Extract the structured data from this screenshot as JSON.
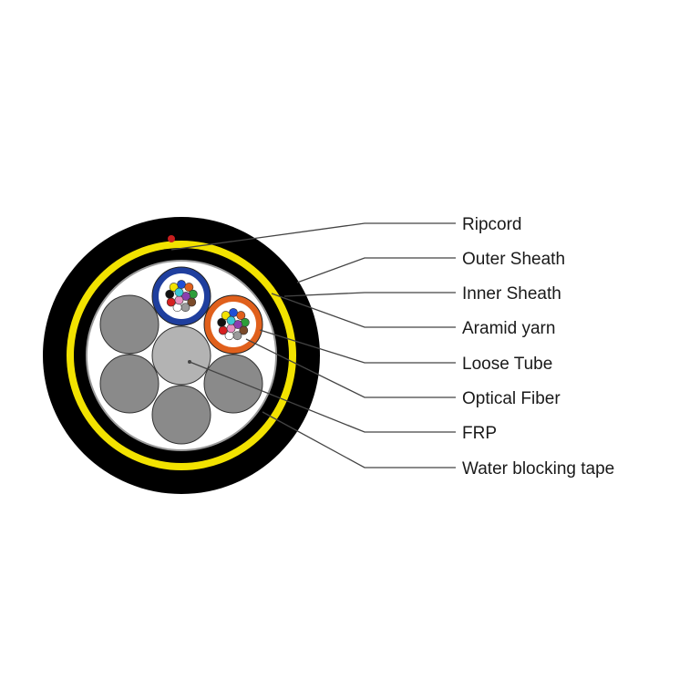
{
  "labels": [
    {
      "text": "Ripcord"
    },
    {
      "text": "Outer Sheath"
    },
    {
      "text": "Inner Sheath"
    },
    {
      "text": "Aramid yarn"
    },
    {
      "text": "Loose Tube"
    },
    {
      "text": "Optical Fiber"
    },
    {
      "text": "FRP"
    },
    {
      "text": "Water blocking tape"
    }
  ],
  "colors": {
    "outer_sheath": "#000000",
    "aramid_yarn": "#f2e200",
    "inner_sheath": "#000000",
    "water_blocking_tape": "#ffffff",
    "frp": "#b3b3b3",
    "filler": "#8a8a8a",
    "loose_tube_blue": "#1f3f9e",
    "loose_tube_orange": "#e0601c",
    "ripcord": "#c81e1e"
  },
  "fiber_colors": [
    "#1f4fd6",
    "#e0601c",
    "#2e9e3a",
    "#7a4a2a",
    "#9a9a9a",
    "#ffffff",
    "#d62020",
    "#111111",
    "#f2e200",
    "#8a3fb0",
    "#e88fc0",
    "#39c6d6"
  ]
}
